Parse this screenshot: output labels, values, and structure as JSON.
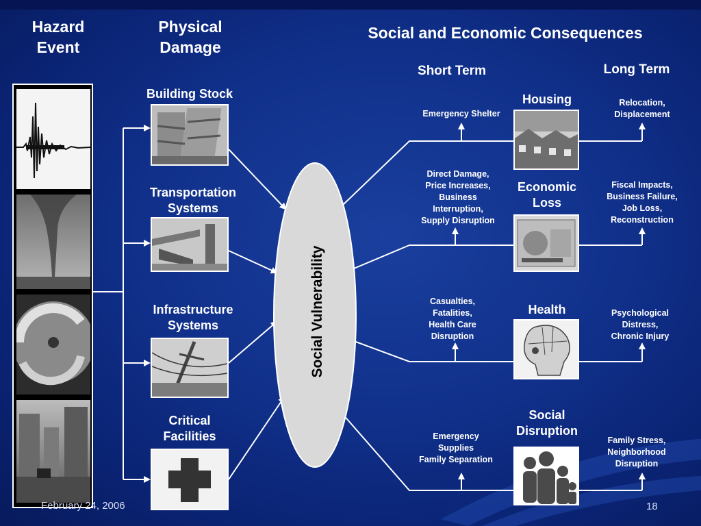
{
  "headers": {
    "hazard_event": "Hazard\nEvent",
    "physical_damage": "Physical\nDamage",
    "consequences": "Social and Economic Consequences",
    "short_term": "Short Term",
    "long_term": "Long Term"
  },
  "damage_categories": [
    "Building Stock",
    "Transportation\nSystems",
    "Infrastructure\nSystems",
    "Critical\nFacilities"
  ],
  "center_label": "Social Vulnerability",
  "consequence_rows": [
    {
      "category": "Housing",
      "short_term": "Emergency Shelter",
      "long_term": "Relocation,\nDisplacement"
    },
    {
      "category": "Economic\nLoss",
      "short_term": "Direct Damage,\nPrice Increases,\nBusiness\nInterruption,\nSupply Disruption",
      "long_term": "Fiscal Impacts,\nBusiness Failure,\nJob Loss,\nReconstruction"
    },
    {
      "category": "Health",
      "short_term": "Casualties,\nFatalities,\nHealth Care\nDisruption",
      "long_term": "Psychological\nDistress,\nChronic Injury"
    },
    {
      "category": "Social\nDisruption",
      "short_term": "Emergency\nSupplies\nFamily Separation",
      "long_term": "Family Stress,\nNeighborhood\nDisruption"
    }
  ],
  "footer": {
    "date": "February 24, 2006",
    "page_number": "18"
  },
  "colors": {
    "background": "#10308a",
    "line": "#ffffff",
    "ellipse_fill": "#d9d9d9"
  },
  "icons": [
    "seismograph-photo",
    "tornado-photo",
    "hurricane-photo",
    "flood-photo",
    "collapsed-building-photo",
    "collapsed-bridge-photo",
    "downed-power-lines-photo",
    "medical-cross-icon",
    "houses-photo",
    "dollar-bill-photo",
    "phrenology-head-photo",
    "family-icon"
  ]
}
